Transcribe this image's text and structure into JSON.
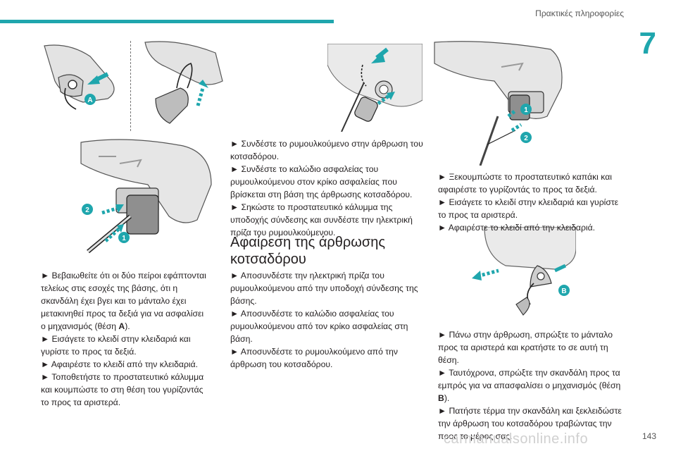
{
  "header": {
    "section_title": "Πρακτικές πληροφορίες",
    "chapter_number": "7",
    "accent_color": "#1fa6ad"
  },
  "page_number": "143",
  "figures": {
    "callouts": {
      "A": "A",
      "B": "B",
      "one": "1",
      "two": "2"
    }
  },
  "col1": {
    "items": [
      "►  Βεβαιωθείτε ότι οι δύο πείροι εφάπτονται τελείως στις εσοχές της βάσης, ότι η σκανδάλη έχει βγει και το μάνταλο έχει μετακινηθεί προς τα δεξιά για να ασφαλίσει ο μηχανισμός (θέση ",
      "A",
      ").",
      "►  Εισάγετε το κλειδί στην κλειδαριά και γυρίστε το προς τα δεξιά.",
      "►  Αφαιρέστε το κλειδί από την κλειδαριά.",
      "►  Τοποθετήστε το προστατευτικό κάλυμμα και κουμπώστε το στη θέση του γυρίζοντάς το προς τα αριστερά."
    ]
  },
  "col2": {
    "items": [
      "►  Συνδέστε το ρυμουλκούμενο στην άρθρωση του κοτσαδόρου.",
      "►  Συνδέστε το καλώδιο ασφαλείας του ρυμουλκούμενου στον κρίκο ασφαλείας που βρίσκεται στη βάση της άρθρωσης κοτσαδόρου.",
      "►  Σηκώστε το προστατευτικό κάλυμμα της υποδοχής σύνδεσης και συνδέστε την ηλεκτρική πρίζα του ρυμουλκούμενου."
    ],
    "heading": "Αφαίρεση της άρθρωσης κοτσαδόρου",
    "items2": [
      "►  Αποσυνδέστε την ηλεκτρική πρίζα του ρυμουλκούμενου από την υποδοχή σύνδεσης της βάσης.",
      "►  Αποσυνδέστε το καλώδιο ασφαλείας του ρυμουλκούμενου από τον κρίκο ασφαλείας στη βάση.",
      "►  Αποσυνδέστε το ρυμουλκούμενο από την άρθρωση του κοτσαδόρου."
    ]
  },
  "col3": {
    "items": [
      "►  Ξεκουμπώστε το προστατευτικό καπάκι και αφαιρέστε το γυρίζοντάς το προς τα δεξιά.",
      "►  Εισάγετε το κλειδί στην κλειδαριά και γυρίστε το προς τα αριστερά.",
      "►  Αφαιρέστε το κλειδί από την κλειδαριά."
    ],
    "items2": [
      "►  Πάνω στην άρθρωση, σπρώξτε το μάνταλο προς τα αριστερά και κρατήστε το σε αυτή τη θέση.",
      "►  Ταυτόχρονα, σπρώξτε την σκανδάλη προς τα εμπρός για να απασφαλίσει ο μηχανισμός (θέση ",
      "B",
      ").",
      "►  Πατήστε τέρμα την σκανδάλη και ξεκλειδώστε την άρθρωση του κοτσαδόρου τραβώντας την προς το μέρος σας."
    ]
  },
  "watermark": "carmanualsonline.info"
}
